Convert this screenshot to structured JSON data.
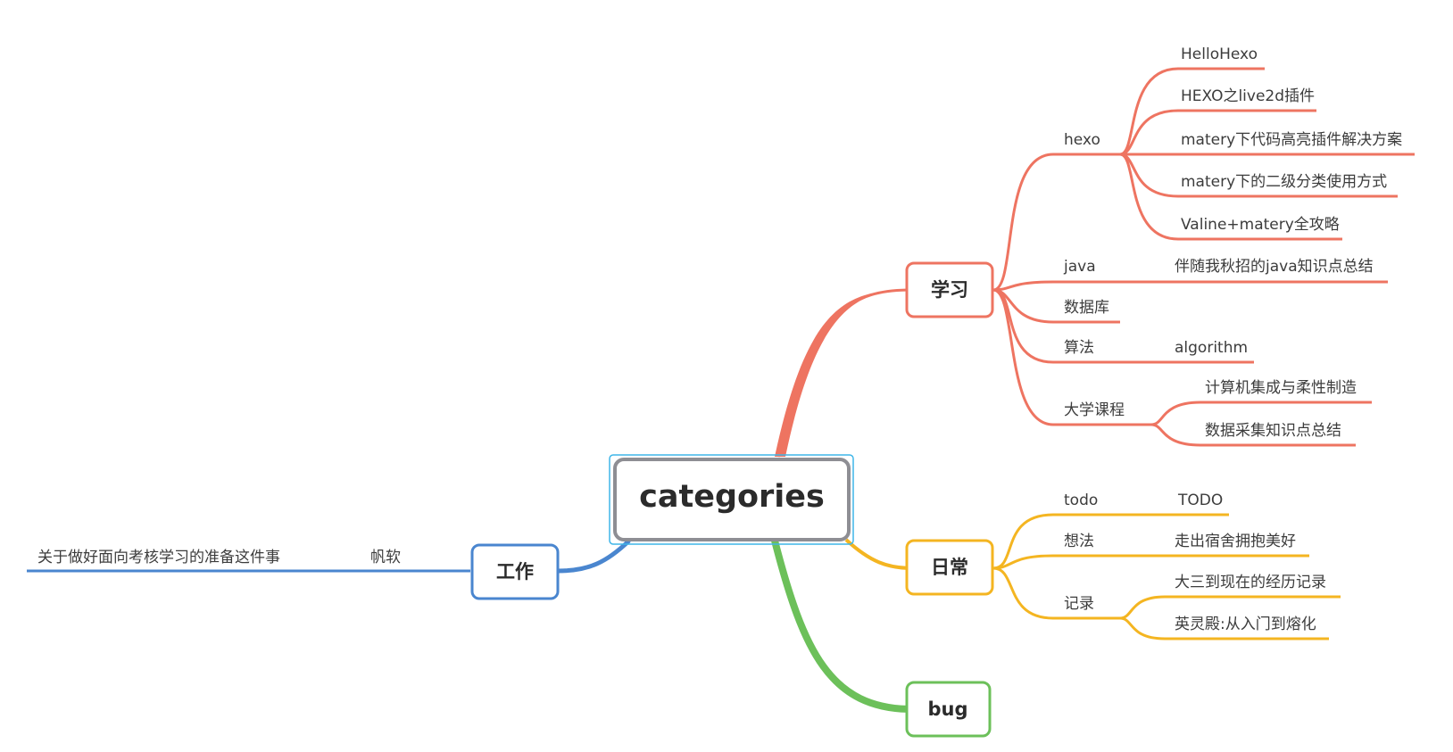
{
  "root": {
    "label": "categories"
  },
  "colors": {
    "xuexi": "#ee7461",
    "richang": "#f4b521",
    "bug": "#6cc05a",
    "gongzuo": "#4a86cf",
    "root_border": "#8e8e94",
    "root_outline": "#3fb6e8"
  },
  "branches": {
    "xuexi": {
      "label": "学习",
      "hexo": {
        "label": "hexo",
        "items": [
          "HelloHexo",
          "HEXO之live2d插件",
          "matery下代码高亮插件解决方案",
          "matery下的二级分类使用方式",
          "Valine+matery全攻略"
        ]
      },
      "java": {
        "label": "java",
        "items": [
          "伴随我秋招的java知识点总结"
        ]
      },
      "shujuku": {
        "label": "数据库"
      },
      "suanfa": {
        "label": "算法",
        "items": [
          "algorithm"
        ]
      },
      "daxue": {
        "label": "大学课程",
        "items": [
          "计算机集成与柔性制造",
          "数据采集知识点总结"
        ]
      }
    },
    "richang": {
      "label": "日常",
      "todo": {
        "label": "todo",
        "items": [
          "TODO"
        ]
      },
      "xiangfa": {
        "label": "想法",
        "items": [
          "走出宿舍拥抱美好"
        ]
      },
      "jilu": {
        "label": "记录",
        "items": [
          "大三到现在的经历记录",
          "英灵殿:从入门到熔化"
        ]
      }
    },
    "bug": {
      "label": "bug"
    },
    "gongzuo": {
      "label": "工作",
      "fanruan": {
        "label": "帆软",
        "items": [
          "关于做好面向考核学习的准备这件事"
        ]
      }
    }
  }
}
